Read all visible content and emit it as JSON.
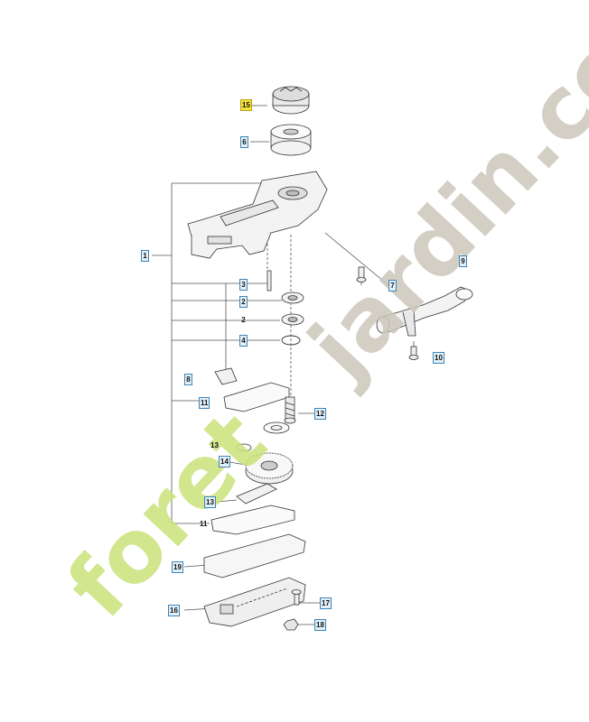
{
  "watermark": {
    "text_green": "foret",
    "text_gray": "jardin.com",
    "color_green": "#c9e27a",
    "color_gray": "#cdc7bb"
  },
  "colors": {
    "line": "#555555",
    "box_border": "#3b86b8",
    "box_fill": "#e3f0f8",
    "highlight": "#f4e33a"
  },
  "callouts": [
    {
      "id": "c15",
      "label": "15"
    },
    {
      "id": "c6",
      "label": "6"
    },
    {
      "id": "c1",
      "label": "1"
    },
    {
      "id": "c7",
      "label": "7"
    },
    {
      "id": "c9",
      "label": "9"
    },
    {
      "id": "c3",
      "label": "3"
    },
    {
      "id": "c2a",
      "label": "2"
    },
    {
      "id": "c2b",
      "label": "2"
    },
    {
      "id": "c4",
      "label": "4"
    },
    {
      "id": "c10",
      "label": "10"
    },
    {
      "id": "c8",
      "label": "8"
    },
    {
      "id": "c11a",
      "label": "11"
    },
    {
      "id": "c12",
      "label": "12"
    },
    {
      "id": "c13a",
      "label": "13"
    },
    {
      "id": "c14",
      "label": "14"
    },
    {
      "id": "c13b",
      "label": "13"
    },
    {
      "id": "c11b",
      "label": "11"
    },
    {
      "id": "c19",
      "label": "19"
    },
    {
      "id": "c17",
      "label": "17"
    },
    {
      "id": "c16",
      "label": "16"
    },
    {
      "id": "c18",
      "label": "18"
    }
  ]
}
